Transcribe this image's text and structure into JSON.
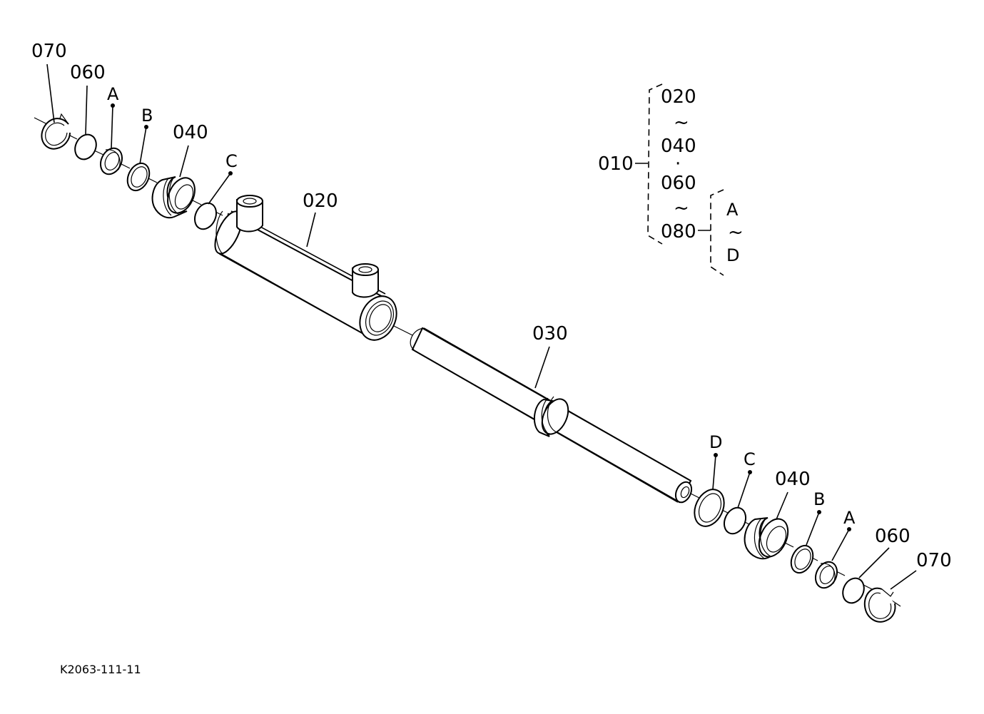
{
  "diagram": {
    "drawing_code": "K2063-111-11",
    "callouts": {
      "c070_left": "070",
      "c060_left": "060",
      "cA_left": "A",
      "cB_left": "B",
      "c040_left": "040",
      "cC_left": "C",
      "c020": "020",
      "c030": "030",
      "cD_right": "D",
      "cC_right": "C",
      "c040_right": "040",
      "cB_right": "B",
      "cA_right": "A",
      "c060_right": "060",
      "c070_right": "070"
    },
    "assembly_legend": {
      "assembly": "010",
      "group1_start": "020",
      "group1_range": "~",
      "group1_end": "040",
      "separator": "·",
      "group2_start": "060",
      "group2_range": "~",
      "group2_end": "080",
      "kit_start": "A",
      "kit_range": "~",
      "kit_end": "D"
    }
  }
}
